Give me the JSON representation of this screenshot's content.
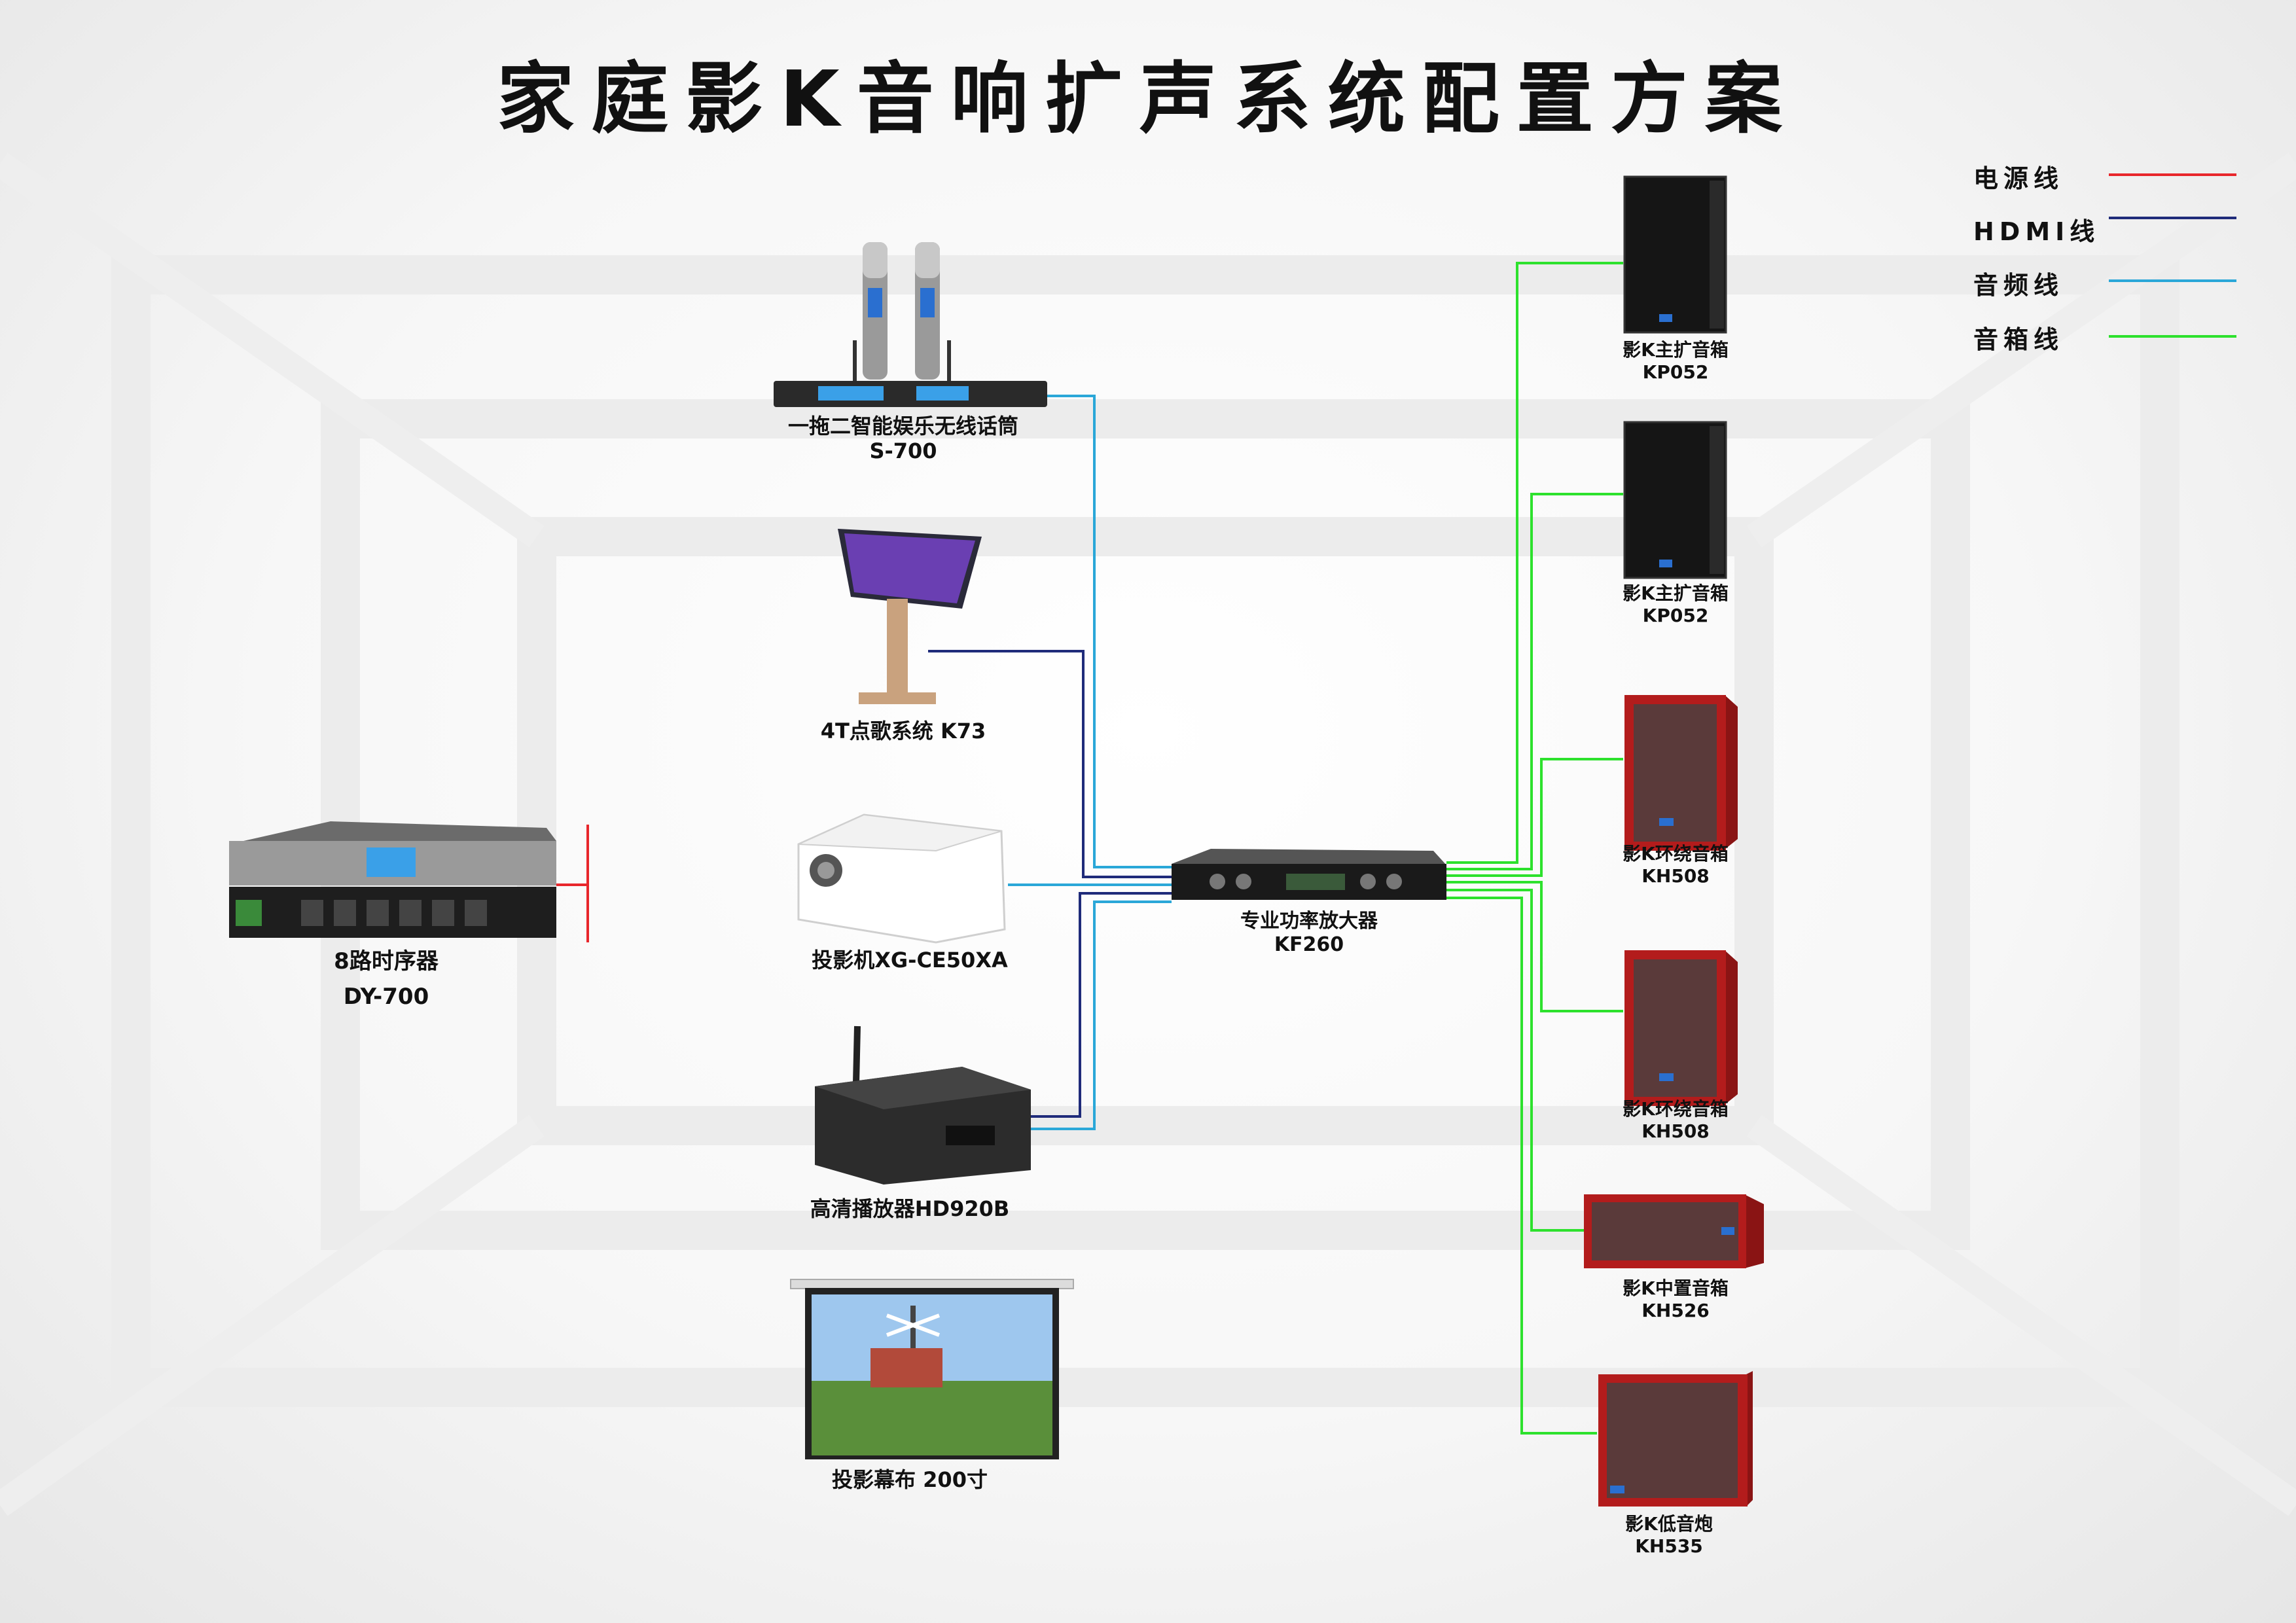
{
  "title": "家庭影K音响扩声系统配置方案",
  "legend": [
    {
      "label": "电源线",
      "color": "#e8262b"
    },
    {
      "label": "HDMI线",
      "color": "#1f2b7a"
    },
    {
      "label": "音频线",
      "color": "#2aa7d8"
    },
    {
      "label": "音箱线",
      "color": "#2de12d"
    }
  ],
  "devices": {
    "mic": {
      "name": "一拖二智能娱乐无线话筒",
      "model": "S-700"
    },
    "karaoke": {
      "name": "4T点歌系统  K73"
    },
    "projector": {
      "name": "投影机XG-CE50XA"
    },
    "player": {
      "name": "高清播放器HD920B"
    },
    "screen": {
      "name": "投影幕布  200寸"
    },
    "sequencer": {
      "name": "8路时序器",
      "model": "DY-700"
    },
    "amplifier": {
      "name": "专业功率放大器",
      "model": "KF260"
    },
    "spk1": {
      "name": "影K主扩音箱",
      "model": "KP052"
    },
    "spk2": {
      "name": "影K主扩音箱",
      "model": "KP052"
    },
    "spk3": {
      "name": "影K环绕音箱",
      "model": "KH508"
    },
    "spk4": {
      "name": "影K环绕音箱",
      "model": "KH508"
    },
    "spk5": {
      "name": "影K中置音箱",
      "model": "KH526"
    },
    "spk6": {
      "name": "影K低音炮",
      "model": "KH535"
    }
  },
  "icons": {
    "mic": "wireless-microphone-receiver-icon",
    "karaoke": "touchscreen-kiosk-icon",
    "projector": "projector-icon",
    "player": "media-player-icon",
    "screen": "projection-screen-icon",
    "sequencer": "power-sequencer-icon",
    "amplifier": "amplifier-icon",
    "speaker": "speaker-cabinet-icon",
    "subwoofer": "subwoofer-icon"
  }
}
